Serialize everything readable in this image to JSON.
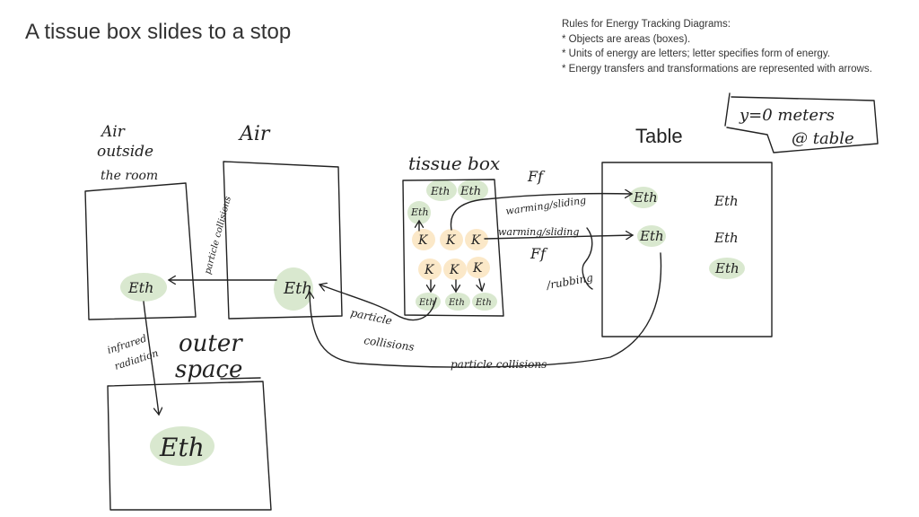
{
  "title": "A tissue box slides to a stop",
  "rules": {
    "heading": "Rules for Energy Tracking Diagrams:",
    "items": [
      "* Objects are areas (boxes).",
      "* Units of energy are letters; letter specifies form of energy.",
      "* Energy transfers and transformations are represented with arrows."
    ]
  },
  "objects": {
    "air_outside": {
      "label_lines": [
        "Air",
        "outside",
        "the room"
      ],
      "energy": [
        "Eth"
      ]
    },
    "air": {
      "label": "Air",
      "energy": [
        "Eth"
      ]
    },
    "tissue_box": {
      "label": "tissue box",
      "thermal_top": [
        "Eth",
        "Eth"
      ],
      "thermal_side": "Eth",
      "kinetic": [
        "K",
        "K",
        "K"
      ],
      "kinetic_lower": [
        "K",
        "K",
        "K"
      ],
      "thermal_bottom": [
        "Eth",
        "Eth",
        "Eth"
      ]
    },
    "table": {
      "label": "Table",
      "energy_left": [
        "Eth",
        "Eth"
      ],
      "energy_right": [
        "Eth",
        "Eth",
        "Eth"
      ]
    },
    "outer_space": {
      "label_lines": [
        "outer",
        "space"
      ],
      "energy": [
        "Eth"
      ]
    }
  },
  "note": {
    "line1": "y=0 meters",
    "line2": "@ table"
  },
  "arrows": {
    "friction_top": "Ff",
    "warming_top": "warming/sliding",
    "warming_mid": "warming/sliding",
    "friction_bottom": "Ff",
    "rubbing": "/rubbing",
    "particle_air": "particle collisions",
    "particle_box_air_1": "particle",
    "particle_box_air_2": "collisions",
    "particle_table_air": "particle collisions",
    "infrared_1": "infrared",
    "infrared_2": "radiation"
  },
  "colors": {
    "thermal_highlight": "#d9e8cf",
    "kinetic_highlight": "#fbe8c8",
    "ink": "#222222"
  }
}
